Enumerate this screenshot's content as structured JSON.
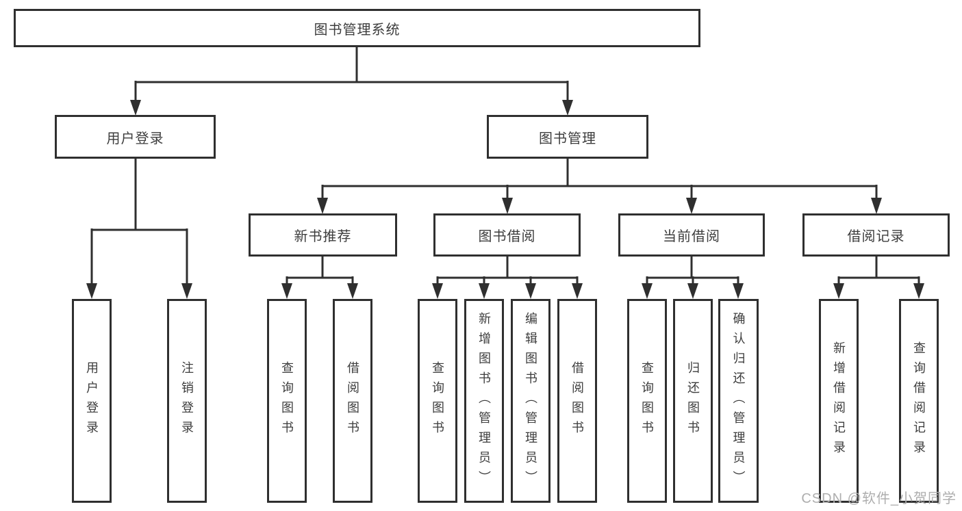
{
  "diagram": {
    "title": "图书管理系统",
    "root": "图书管理系统",
    "branches": {
      "user_login": {
        "label": "用户登录",
        "children": [
          "用户登录",
          "注销登录"
        ]
      },
      "book_management": {
        "label": "图书管理",
        "sections": [
          {
            "label": "新书推荐",
            "children": [
              "查询图书",
              "借阅图书"
            ]
          },
          {
            "label": "图书借阅",
            "children": [
              "查询图书",
              "新增图书（管理员）",
              "编辑图书（管理员）",
              "借阅图书"
            ]
          },
          {
            "label": "当前借阅",
            "children": [
              "查询图书",
              "归还图书",
              "确认归还（管理员）"
            ]
          },
          {
            "label": "借阅记录",
            "children": [
              "新增借阅记录",
              "查询借阅记录"
            ]
          }
        ]
      }
    }
  },
  "watermark": "CSDN @软件_小贺同学",
  "colors": {
    "line": "#2f2f2f",
    "box_border": "#2f2f2f",
    "box_fill": "#ffffff",
    "text": "#3d3d3d",
    "background": "#ffffff",
    "watermark": "#aeaeae"
  }
}
